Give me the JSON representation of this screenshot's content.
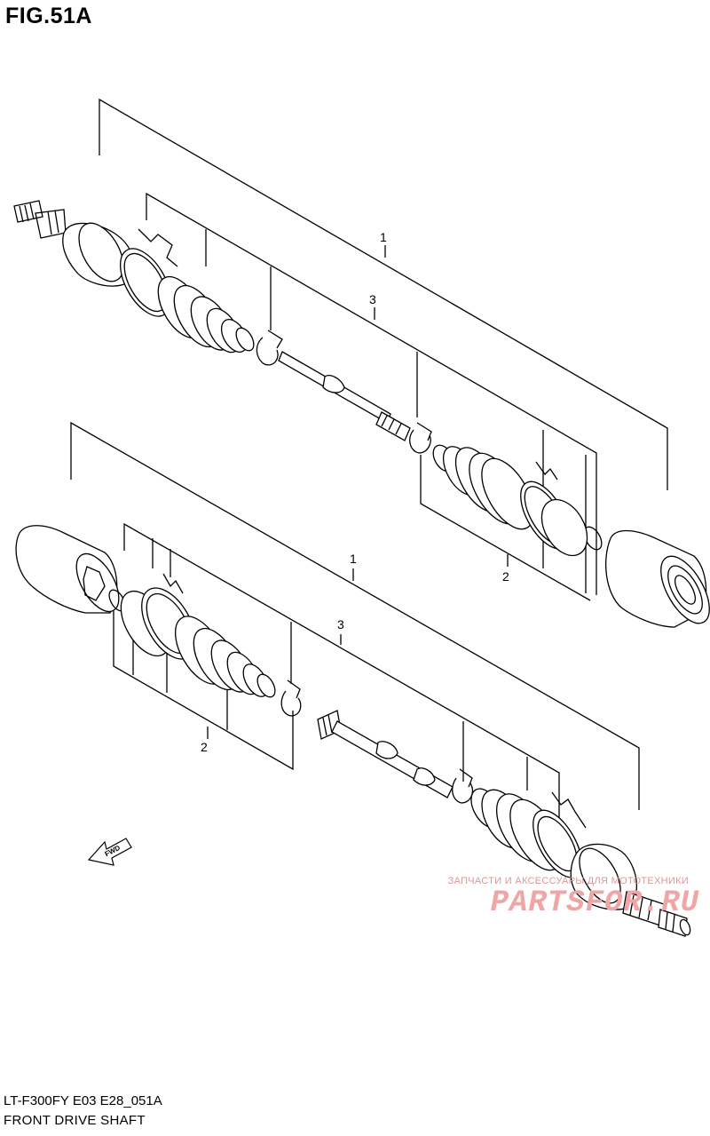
{
  "figure": {
    "title": "FIG.51A"
  },
  "callouts": {
    "upper_assembly": "1",
    "upper_shaft": "3",
    "upper_boot_kit": "2",
    "lower_assembly": "1",
    "lower_shaft": "3",
    "lower_boot_kit": "2"
  },
  "direction_arrow": {
    "label": "FWD"
  },
  "watermark": {
    "tagline": "ЗАПЧАСТИ И АКСЕССУАРЫ ДЛЯ МОТОТЕХНИКИ",
    "logo": "PARTSFOR.RU"
  },
  "footer": {
    "model_code": "LT-F300FY E03 E28_051A",
    "caption": "FRONT DRIVE SHAFT"
  }
}
